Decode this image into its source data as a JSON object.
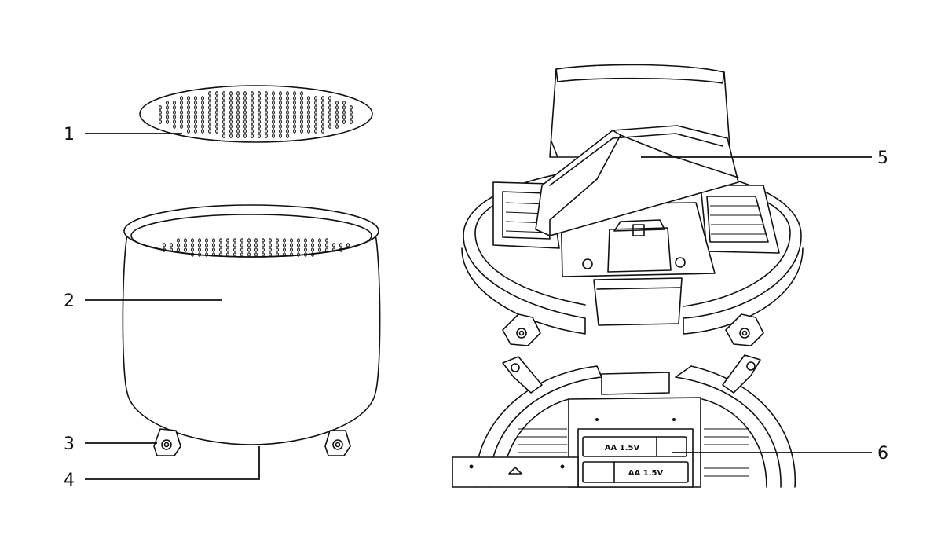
{
  "callouts": [
    {
      "id": "1",
      "label": "1"
    },
    {
      "id": "2",
      "label": "2"
    },
    {
      "id": "3",
      "label": "3"
    },
    {
      "id": "4",
      "label": "4"
    },
    {
      "id": "5",
      "label": "5"
    },
    {
      "id": "6",
      "label": "6"
    }
  ],
  "batteries": [
    {
      "label": "AA 1.5V"
    },
    {
      "label": "AA 1.5V"
    }
  ],
  "colors": {
    "line": "#111111",
    "background": "#ffffff"
  }
}
